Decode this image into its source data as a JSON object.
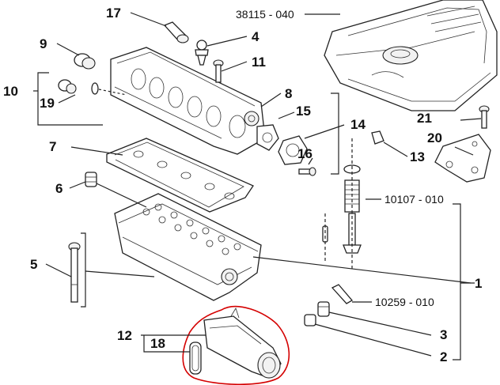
{
  "callouts": {
    "c1": "1",
    "c2": "2",
    "c3": "3",
    "c4": "4",
    "c5": "5",
    "c6": "6",
    "c7": "7",
    "c8": "8",
    "c9": "9",
    "c10": "10",
    "c11": "11",
    "c12": "12",
    "c13": "13",
    "c14": "14",
    "c15": "15",
    "c16": "16",
    "c17": "17",
    "c18": "18",
    "c19": "19",
    "c20": "20",
    "c21": "21"
  },
  "refs": {
    "engine_cover": "38115 - 040",
    "valve_group": "10107 - 010",
    "stud": "10259 - 010"
  },
  "highlight_color": "#d40000"
}
